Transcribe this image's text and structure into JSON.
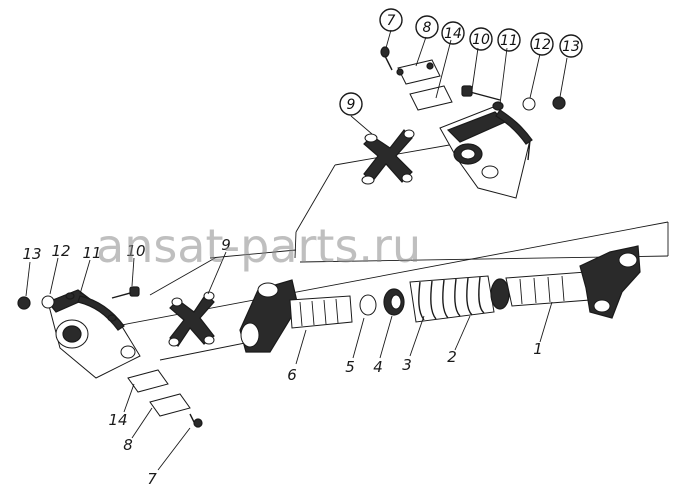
{
  "watermark": "ansat-parts.ru",
  "callouts_circled": [
    "7",
    "8",
    "14",
    "10",
    "11",
    "12",
    "13",
    "9"
  ],
  "callouts_plain": [
    "13",
    "12",
    "11",
    "10",
    "9",
    "6",
    "5",
    "4",
    "3",
    "2",
    "1",
    "14",
    "8",
    "7"
  ]
}
